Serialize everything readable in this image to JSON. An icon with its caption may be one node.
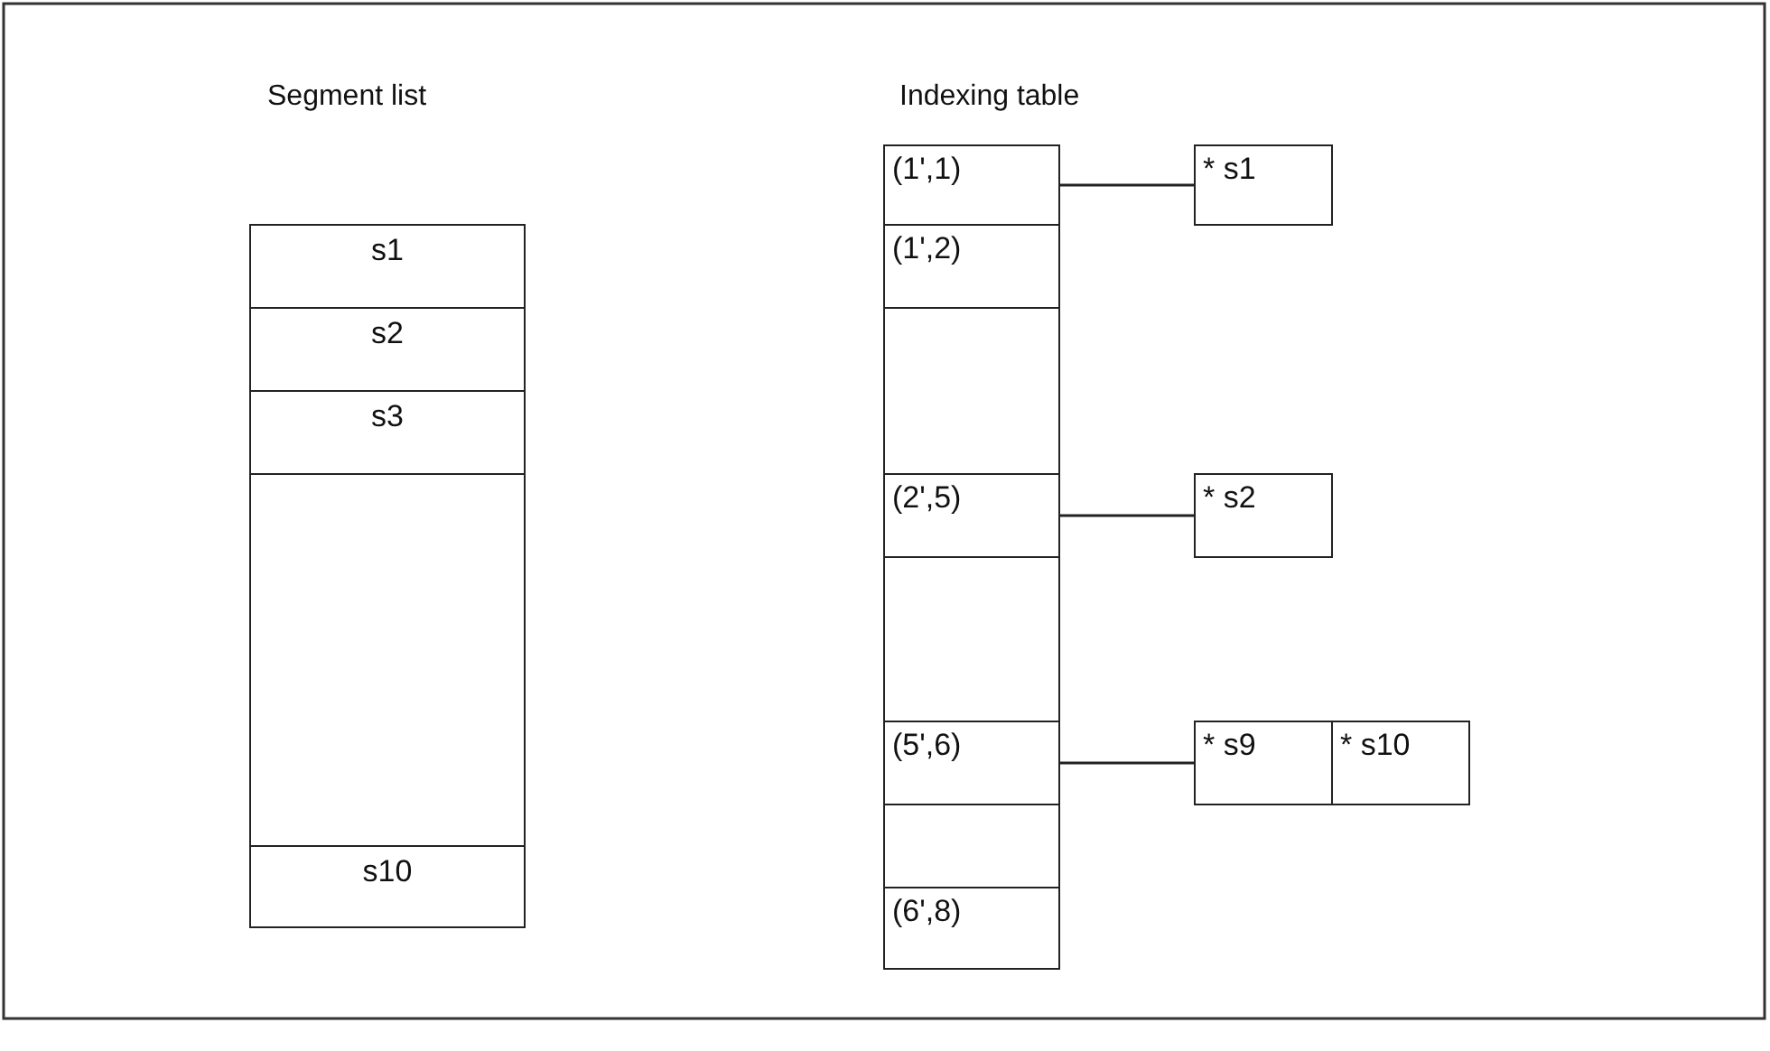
{
  "diagram": {
    "nodes": [
      {
        "text": [
          "Segment list"
        ]
      },
      {
        "text": [
          "s1"
        ],
        "in": 0
      },
      {
        "text": [
          "s2"
        ],
        "in": 0
      },
      {
        "text": [
          "s3"
        ],
        "in": 0
      },
      {
        "text": [],
        "shape": "box",
        "in": 0
      },
      {
        "text": [
          "s10"
        ],
        "in": 0
      },
      {
        "text": [
          "Indexing table"
        ]
      },
      {
        "text": [
          "(1',1)"
        ],
        "in": 6
      },
      {
        "text": [
          "(1',2)"
        ],
        "in": 6
      },
      {
        "text": [],
        "shape": "box",
        "in": 6
      },
      {
        "text": [
          "(2',5)"
        ],
        "in": 6
      },
      {
        "text": [],
        "shape": "box",
        "in": 6
      },
      {
        "text": [
          "(5',6)"
        ],
        "in": 6
      },
      {
        "text": [],
        "shape": "box",
        "in": 6
      },
      {
        "text": [
          "(6',8)"
        ],
        "in": 6
      },
      {
        "text": [
          "* s1"
        ]
      },
      {
        "text": [
          "* s2"
        ]
      },
      {
        "text": [
          "* s9"
        ]
      },
      {
        "text": [
          "* s10"
        ]
      }
    ],
    "edges": [
      {
        "from": 7,
        "to": 15,
        "arrow": "none"
      },
      {
        "from": 10,
        "to": 16,
        "arrow": "none"
      },
      {
        "from": 12,
        "to": 17,
        "arrow": "none"
      }
    ]
  }
}
